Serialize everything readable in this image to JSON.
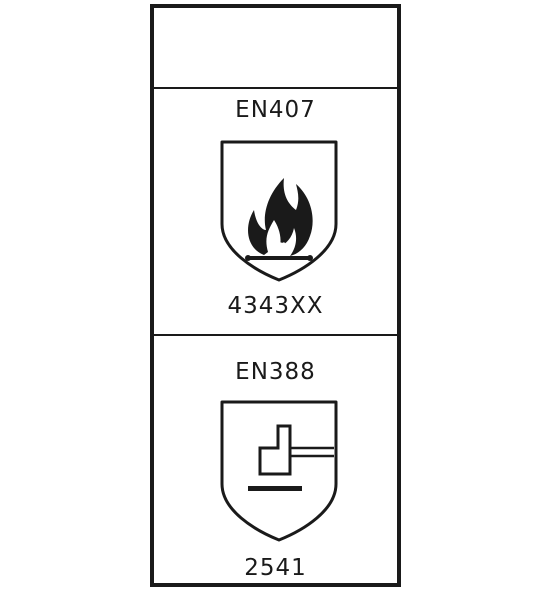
{
  "standards": [
    {
      "code": "EN407",
      "icon": "flame-shield-icon",
      "rating": "4343XX"
    },
    {
      "code": "EN388",
      "icon": "hammer-shield-icon",
      "rating": "2541"
    }
  ],
  "colors": {
    "ink": "#1a1a1a",
    "background": "#ffffff"
  }
}
